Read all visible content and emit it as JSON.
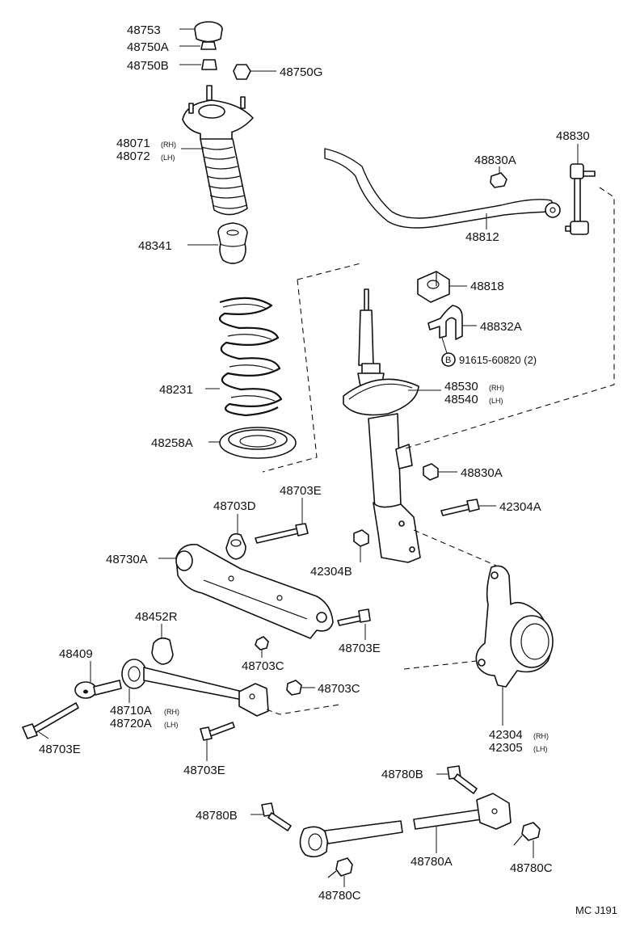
{
  "diagram_id": "MC J191",
  "parts": {
    "p48753": "48753",
    "p48750A": "48750A",
    "p48750B": "48750B",
    "p48750G": "48750G",
    "p48071": "48071",
    "p48071_side": "(RH)",
    "p48072": "48072",
    "p48072_side": "(LH)",
    "p48341": "48341",
    "p48231": "48231",
    "p48258A": "48258A",
    "p48830": "48830",
    "p48830A_top": "48830A",
    "p48812": "48812",
    "p48818": "48818",
    "p48832A": "48832A",
    "bolt_marker": "B",
    "p91615": "91615-60820 (2)",
    "p48530": "48530",
    "p48530_side": "(RH)",
    "p48540": "48540",
    "p48540_side": "(LH)",
    "p48830A_mid": "48830A",
    "p42304A": "42304A",
    "p42304B": "42304B",
    "p48703D": "48703D",
    "p48703E_top": "48703E",
    "p48730A": "48730A",
    "p48452R": "48452R",
    "p48703E_mid": "48703E",
    "p48703C_mid": "48703C",
    "p48409": "48409",
    "p48703C_right": "48703C",
    "p48710A": "48710A",
    "p48710A_side": "(RH)",
    "p48720A": "48720A",
    "p48720A_side": "(LH)",
    "p48703E_left": "48703E",
    "p48703E_bottom": "48703E",
    "p42304": "42304",
    "p42304_side": "(RH)",
    "p42305": "42305",
    "p42305_side": "(LH)",
    "p48780B_top": "48780B",
    "p48780B_left": "48780B",
    "p48780A": "48780A",
    "p48780C_right": "48780C",
    "p48780C_bottom": "48780C"
  }
}
